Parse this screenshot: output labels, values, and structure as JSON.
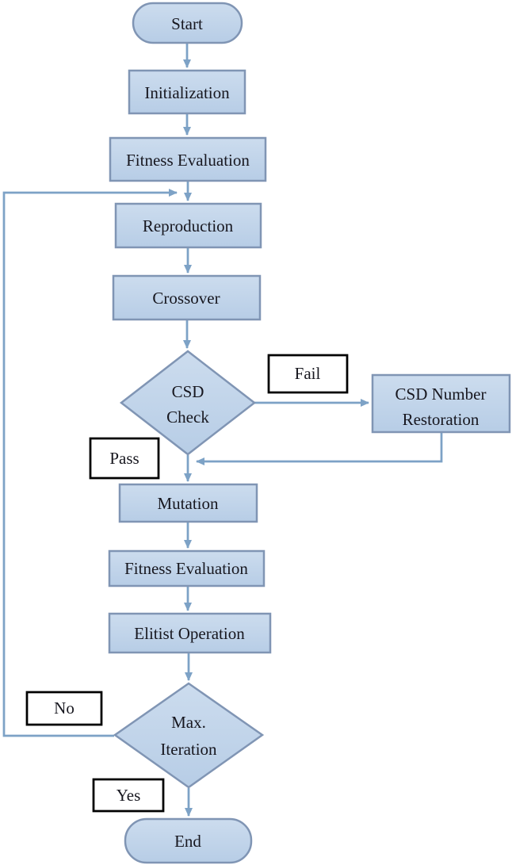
{
  "diagram": {
    "type": "flowchart",
    "colors": {
      "background": "#ffffff",
      "node_fill": "#b7cde6",
      "node_fill_light": "#ccdcee",
      "node_border": "#8095b4",
      "arrow": "#7da2c6",
      "label_bg": "#ffffff",
      "label_border": "#000000",
      "text": "#17171f"
    },
    "nodes": {
      "start": {
        "shape": "terminator",
        "label": "Start"
      },
      "initialization": {
        "shape": "process",
        "label": "Initialization"
      },
      "fitness_evaluation_1": {
        "shape": "process",
        "label": "Fitness Evaluation"
      },
      "reproduction": {
        "shape": "process",
        "label": "Reproduction"
      },
      "crossover": {
        "shape": "process",
        "label": "Crossover"
      },
      "csd_check": {
        "shape": "decision",
        "lines": [
          "CSD",
          "Check"
        ]
      },
      "csd_number_restoration": {
        "shape": "process",
        "lines": [
          "CSD Number",
          "Restoration"
        ]
      },
      "mutation": {
        "shape": "process",
        "label": "Mutation"
      },
      "fitness_evaluation_2": {
        "shape": "process",
        "label": "Fitness Evaluation"
      },
      "elitist_operation": {
        "shape": "process",
        "label": "Elitist Operation"
      },
      "max_iteration": {
        "shape": "decision",
        "lines": [
          "Max.",
          "Iteration"
        ]
      },
      "end": {
        "shape": "terminator",
        "label": "End"
      }
    },
    "edge_labels": {
      "fail": "Fail",
      "pass": "Pass",
      "no": "No",
      "yes": "Yes"
    },
    "edges": [
      {
        "from": "start",
        "to": "initialization"
      },
      {
        "from": "initialization",
        "to": "fitness_evaluation_1"
      },
      {
        "from": "fitness_evaluation_1",
        "to": "reproduction"
      },
      {
        "from": "reproduction",
        "to": "crossover"
      },
      {
        "from": "crossover",
        "to": "csd_check"
      },
      {
        "from": "csd_check",
        "to": "csd_number_restoration",
        "label": "Fail"
      },
      {
        "from": "csd_number_restoration",
        "to": "mutation"
      },
      {
        "from": "csd_check",
        "to": "mutation",
        "label": "Pass"
      },
      {
        "from": "mutation",
        "to": "fitness_evaluation_2"
      },
      {
        "from": "fitness_evaluation_2",
        "to": "elitist_operation"
      },
      {
        "from": "elitist_operation",
        "to": "max_iteration"
      },
      {
        "from": "max_iteration",
        "to": "reproduction",
        "label": "No"
      },
      {
        "from": "max_iteration",
        "to": "end",
        "label": "Yes"
      }
    ]
  }
}
